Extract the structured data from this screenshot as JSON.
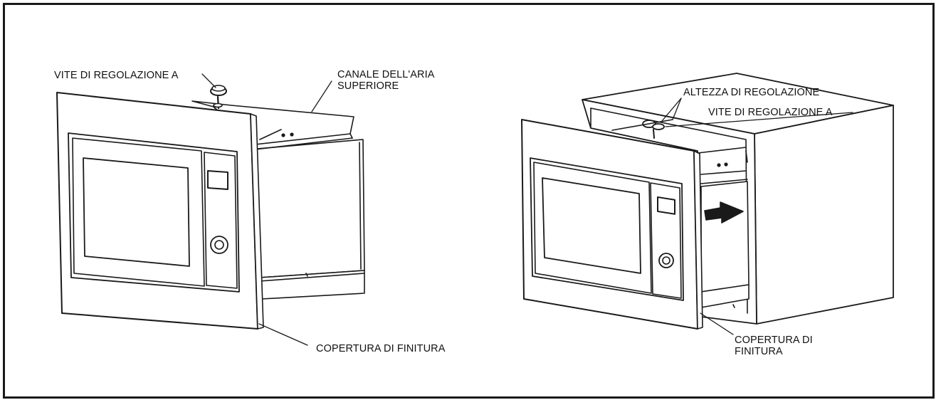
{
  "labels": {
    "left_adjust_screw": "VITE DI REGOLAZIONE A",
    "top_air_channel": "CANALE DELL'ARIA\nSUPERIORE",
    "left_trim_cover": "COPERTURA DI FINITURA",
    "adjust_height": "ALTEZZA DI REGOLAZIONE",
    "right_adjust_screw": "VITE DI REGOLAZIONE A",
    "right_trim_cover": "COPERTURA DI\nFINITURA"
  },
  "colors": {
    "line": "#1a1a1a",
    "fill": "#ffffff"
  }
}
